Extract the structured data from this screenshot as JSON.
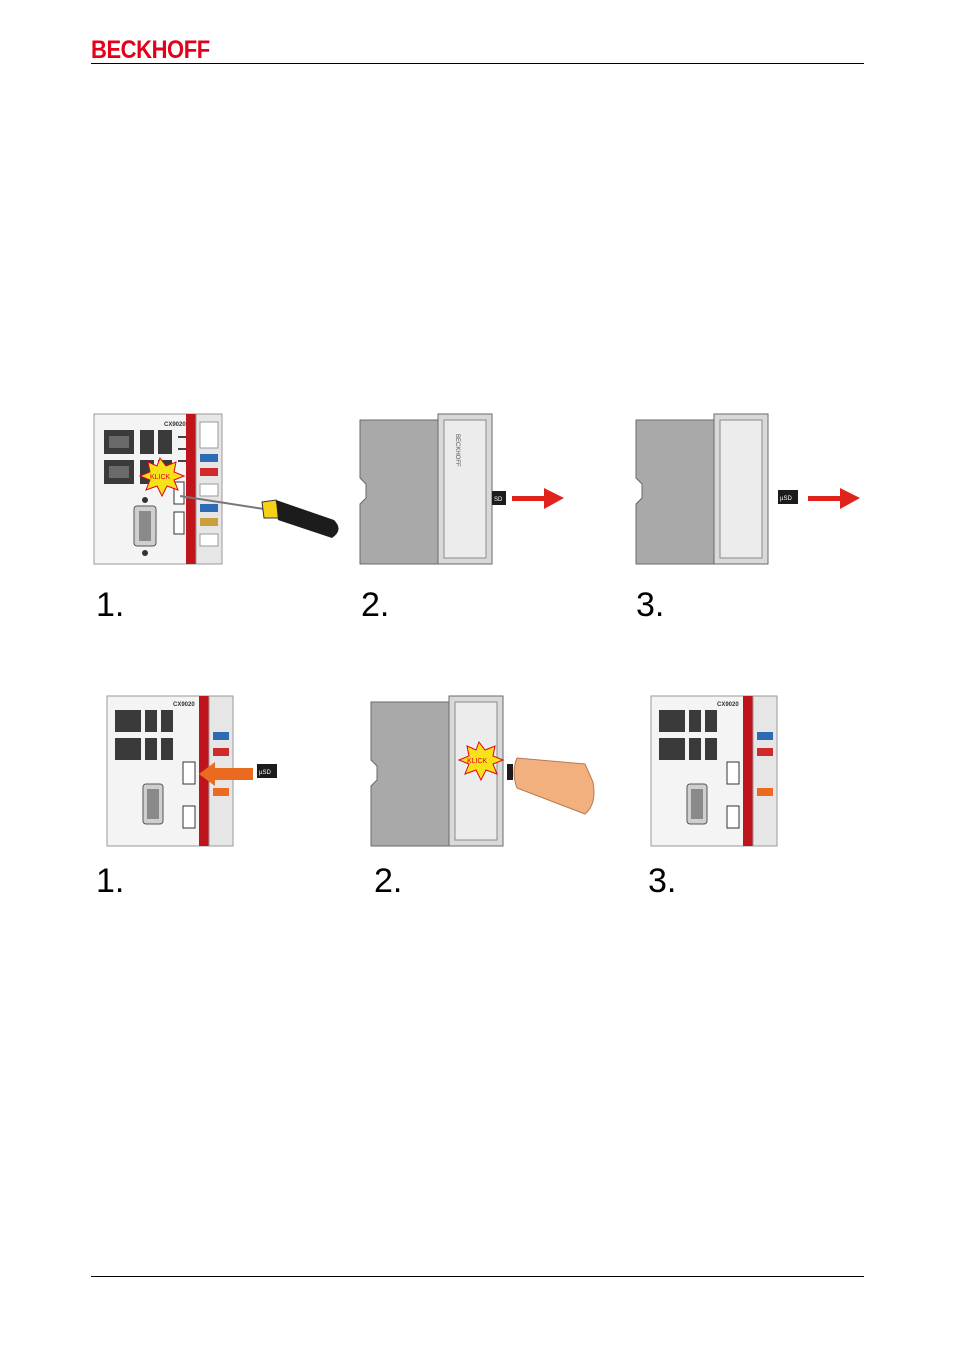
{
  "header": {
    "brand": "BECKHOFF"
  },
  "removal": {
    "steps": [
      "1.",
      "2.",
      "3."
    ],
    "device_model": "CX9020",
    "klick_label": "KLICK",
    "card_label_step2": "SD",
    "card_label_step3": "µSD",
    "arrow_color": "#e0231a"
  },
  "insertion": {
    "steps": [
      "1.",
      "2.",
      "3."
    ],
    "device_model": "CX9020",
    "klick_label": "KLICK",
    "card_label": "µSD",
    "arrow_color": "#ea6a1f"
  },
  "colors": {
    "brand_red": "#e3001b",
    "housing_gray": "#a9a9a9",
    "housing_light": "#d9d9d9",
    "klick_burst": "#f7e21a"
  }
}
